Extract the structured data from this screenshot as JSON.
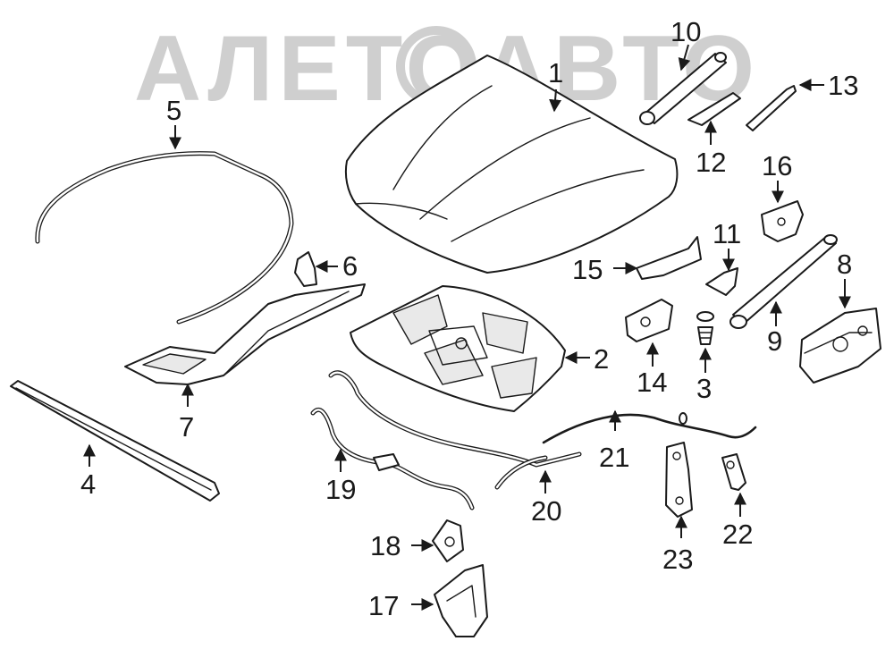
{
  "watermark": "АЛЕТОАВТО",
  "callouts": {
    "c1": "1",
    "c2": "2",
    "c3": "3",
    "c4": "4",
    "c5": "5",
    "c6": "6",
    "c7": "7",
    "c8": "8",
    "c9": "9",
    "c10": "10",
    "c11": "11",
    "c12": "12",
    "c13": "13",
    "c14": "14",
    "c15": "15",
    "c16": "16",
    "c17": "17",
    "c18": "18",
    "c19": "19",
    "c20": "20",
    "c21": "21",
    "c22": "22",
    "c23": "23"
  }
}
